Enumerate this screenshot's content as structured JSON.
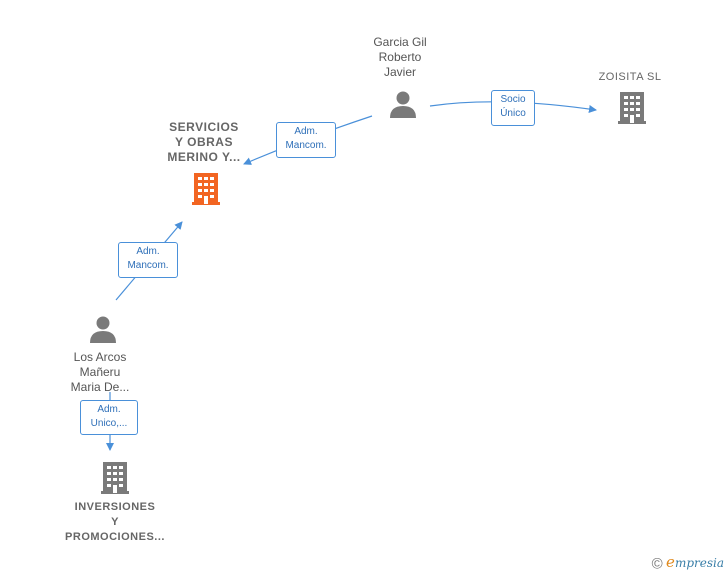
{
  "nodes": {
    "garcia": {
      "label_lines": [
        "Garcia Gil",
        "Roberto",
        "Javier"
      ],
      "type": "person"
    },
    "zoisita": {
      "label_lines": [
        "ZOISITA  SL"
      ],
      "type": "company"
    },
    "servicios": {
      "label_lines": [
        "SERVICIOS",
        "Y OBRAS",
        "MERINO Y..."
      ],
      "type": "company-main"
    },
    "losarcos": {
      "label_lines": [
        "Los Arcos",
        "Mañeru",
        "Maria De..."
      ],
      "type": "person"
    },
    "inversiones": {
      "label_lines": [
        "INVERSIONES",
        "Y",
        "PROMOCIONES..."
      ],
      "type": "company"
    }
  },
  "edges": {
    "garcia_zoisita": {
      "lines": [
        "Socio",
        "Único"
      ]
    },
    "garcia_servicios": {
      "lines": [
        "Adm.",
        "Mancom."
      ]
    },
    "losarcos_servicios": {
      "lines": [
        "Adm.",
        "Mancom."
      ]
    },
    "losarcos_inversiones": {
      "lines": [
        "Adm.",
        "Unico,..."
      ]
    }
  },
  "colors": {
    "link": "#4a90d9",
    "person_icon": "#7a7a7a",
    "company_icon": "#7a7a7a",
    "main_company_icon": "#f26522"
  },
  "footer": {
    "copyright": "©",
    "brand_first": "e",
    "brand_rest": "mpresia"
  }
}
